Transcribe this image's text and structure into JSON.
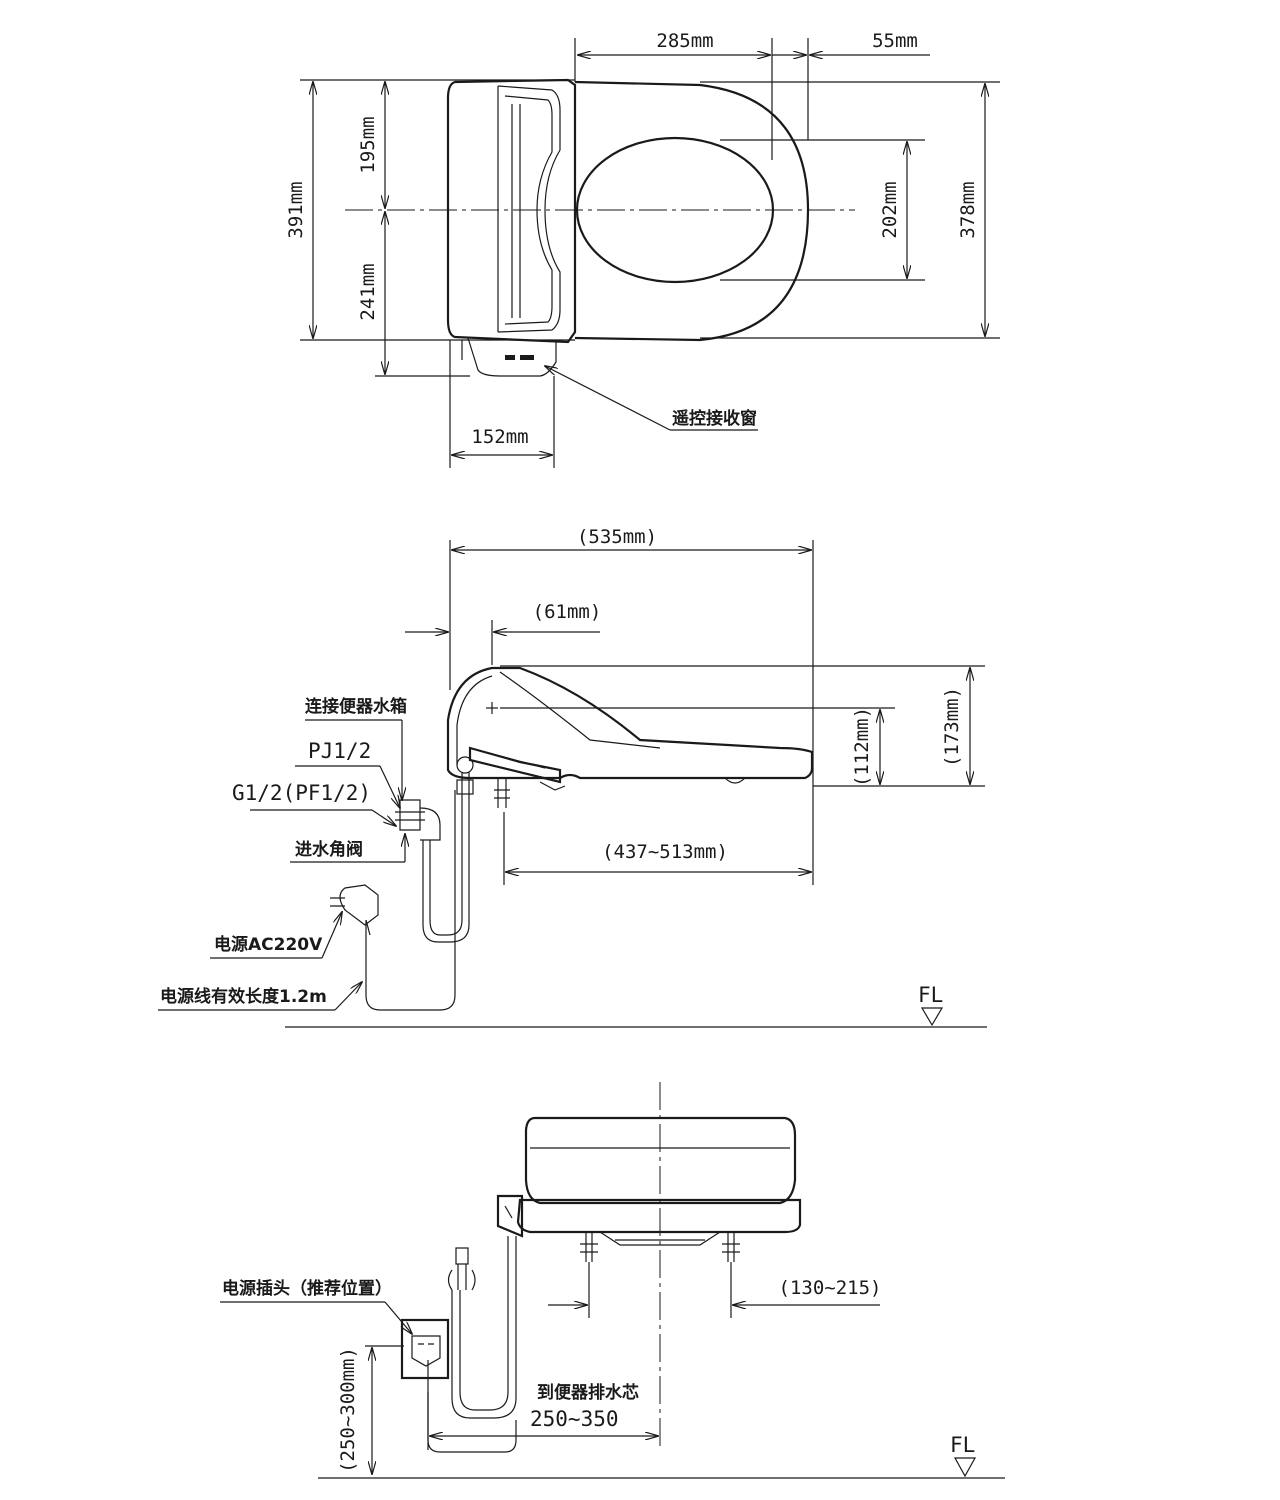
{
  "top_view": {
    "width_285": "285mm",
    "offset_55": "55mm",
    "height_391": "391mm",
    "front_195": "195mm",
    "rear_241": "241mm",
    "opening_202": "202mm",
    "height_378": "378mm",
    "rear_152": "152mm",
    "remote_window": "遥控接收窗"
  },
  "side_view": {
    "length_535": "(535mm)",
    "offset_61": "(61mm)",
    "height_173": "(173mm)",
    "height_112": "(112mm)",
    "range_437_513": "(437~513mm)",
    "tank_connect": "连接便器水箱",
    "pj_thread": "PJ1/2",
    "g_thread": "G1/2(PF1/2)",
    "angle_valve": "进水角阀",
    "power": "电源AC220V",
    "cord_length": "电源线有效长度1.2m",
    "floor": "FL"
  },
  "rear_view": {
    "socket": "电源插头（推荐位置）",
    "range_130_215": "(130~215)",
    "socket_height": "(250~300mm)",
    "drain_label": "到便器排水芯",
    "drain_range": "250~350",
    "floor": "FL"
  }
}
